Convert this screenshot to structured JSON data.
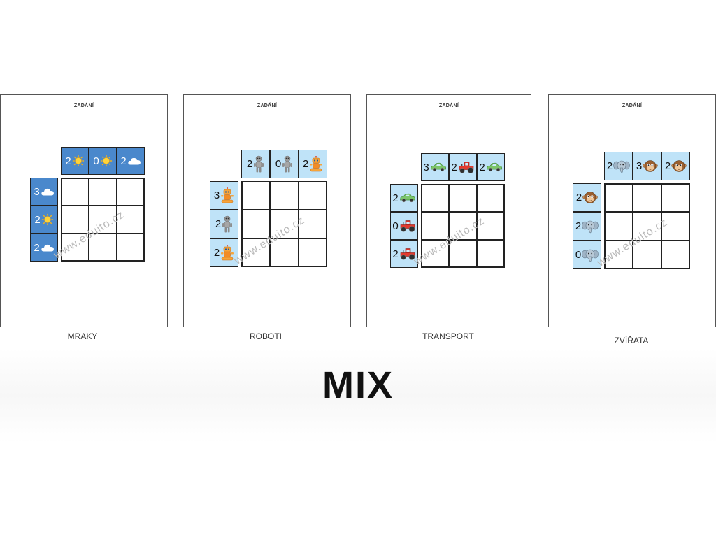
{
  "sheets": [
    {
      "title": "ZADÁNÍ",
      "caption": "MRAKY",
      "theme": "blue",
      "top": [
        {
          "n": "2",
          "icon": "sun-icon"
        },
        {
          "n": "0",
          "icon": "sun-icon"
        },
        {
          "n": "2",
          "icon": "cloud-icon"
        }
      ],
      "left": [
        {
          "n": "3",
          "icon": "cloud-icon"
        },
        {
          "n": "2",
          "icon": "sun-icon"
        },
        {
          "n": "2",
          "icon": "cloud-icon"
        }
      ],
      "watermark": "www.eduito.cz"
    },
    {
      "title": "ZADÁNÍ",
      "caption": "ROBOTI",
      "theme": "light",
      "top": [
        {
          "n": "2",
          "icon": "gray-robot-icon"
        },
        {
          "n": "0",
          "icon": "gray-robot-icon"
        },
        {
          "n": "2",
          "icon": "orange-robot-icon"
        }
      ],
      "left": [
        {
          "n": "3",
          "icon": "orange-robot-icon"
        },
        {
          "n": "2",
          "icon": "gray-robot-icon"
        },
        {
          "n": "2",
          "icon": "orange-robot-icon"
        }
      ],
      "watermark": "www.eduito.cz"
    },
    {
      "title": "ZADÁNÍ",
      "caption": "TRANSPORT",
      "theme": "light",
      "top": [
        {
          "n": "3",
          "icon": "car-icon"
        },
        {
          "n": "2",
          "icon": "tractor-icon"
        },
        {
          "n": "2",
          "icon": "car-icon"
        }
      ],
      "left": [
        {
          "n": "2",
          "icon": "car-icon"
        },
        {
          "n": "0",
          "icon": "tractor-icon"
        },
        {
          "n": "2",
          "icon": "tractor-icon"
        }
      ],
      "watermark": "www.eduito.cz"
    },
    {
      "title": "ZADÁNÍ",
      "caption": "ZVÍŘATA",
      "theme": "light",
      "top": [
        {
          "n": "2",
          "icon": "elephant-icon"
        },
        {
          "n": "3",
          "icon": "monkey-icon"
        },
        {
          "n": "2",
          "icon": "monkey-icon"
        }
      ],
      "left": [
        {
          "n": "2",
          "icon": "monkey-icon"
        },
        {
          "n": "2",
          "icon": "elephant-icon"
        },
        {
          "n": "0",
          "icon": "elephant-icon"
        }
      ],
      "watermark": "www.eduito.cz"
    }
  ],
  "main_title": "MIX",
  "colors": {
    "dark_clue": "#4a88cc",
    "light_clue": "#bfe3f8"
  }
}
